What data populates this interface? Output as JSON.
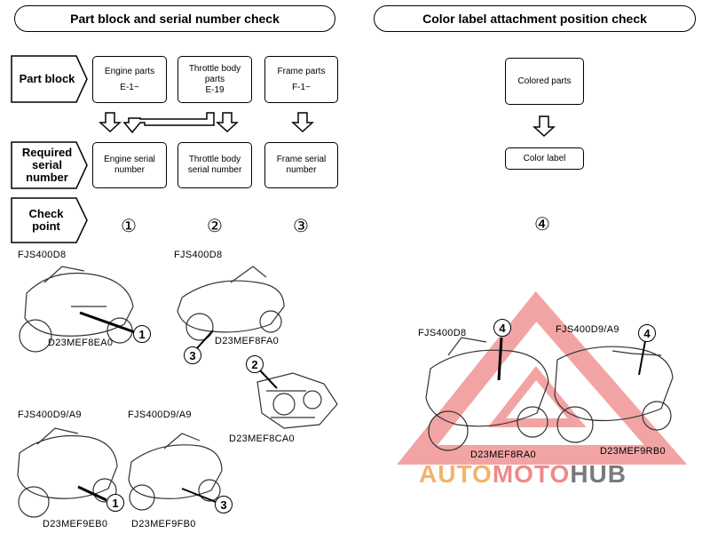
{
  "titles": {
    "left": "Part block and serial number check",
    "right": "Color label attachment position check"
  },
  "row_labels": {
    "part_block": "Part block",
    "required_serial": "Required serial number",
    "check_point": "Check point"
  },
  "part_blocks": [
    {
      "name": "Engine parts",
      "code": "E-1~"
    },
    {
      "name": "Throttle body parts",
      "code": "E-19"
    },
    {
      "name": "Frame parts",
      "code": "F-1~"
    }
  ],
  "serial_boxes": [
    "Engine serial number",
    "Throttle body serial number",
    "Frame serial number"
  ],
  "check_points": [
    "①",
    "②",
    "③",
    "④"
  ],
  "color_flow": {
    "top": "Colored parts",
    "bottom": "Color label"
  },
  "figures": {
    "fig1": {
      "model": "FJS400D8",
      "code": "D23MEF8EA0",
      "marker": "1"
    },
    "fig2": {
      "model": "FJS400D8",
      "code": "D23MEF8FA0",
      "marker": "3"
    },
    "fig3": {
      "code": "D23MEF8CA0",
      "marker": "2"
    },
    "fig4": {
      "model": "FJS400D9/A9",
      "code": "D23MEF9EB0",
      "marker": "1"
    },
    "fig5": {
      "model": "FJS400D9/A9",
      "code": "D23MEF9FB0",
      "marker": "3"
    },
    "fig6": {
      "model": "FJS400D8",
      "code": "D23MEF8RA0",
      "marker": "4"
    },
    "fig7": {
      "model": "FJS400D9/A9",
      "code": "D23MEF9RB0",
      "marker": "4"
    }
  },
  "watermark": {
    "auto": "AUTO",
    "moto": "MOTO",
    "hub": "HUB"
  }
}
